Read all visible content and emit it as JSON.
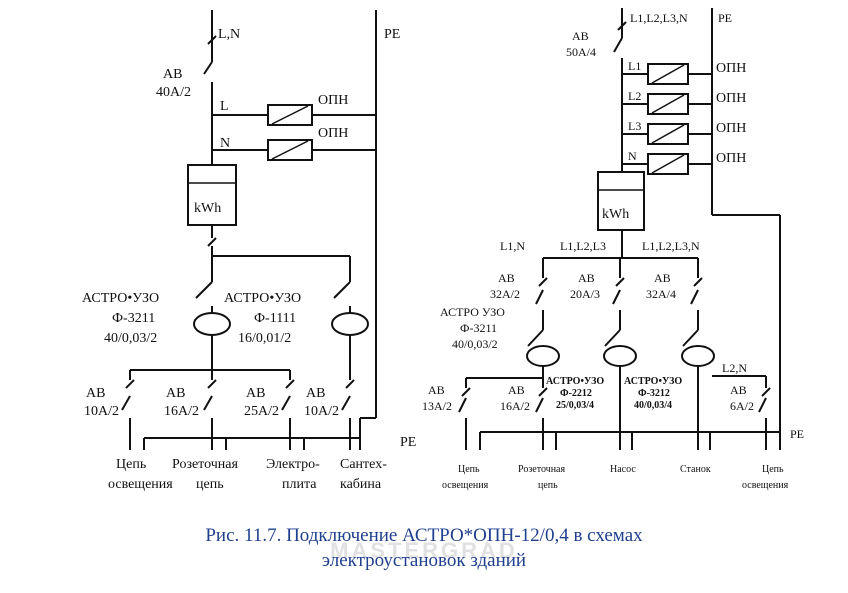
{
  "left": {
    "line_label": "L,N",
    "pe": "PE",
    "main_breaker": [
      "АВ",
      "40А/2"
    ],
    "phase": "L",
    "neutral": "N",
    "spd1": "ОПН",
    "spd2": "ОПН",
    "meter": "kWh",
    "rcd1": [
      "АСТРО•УЗО",
      "Ф-3211",
      "40/0,03/2"
    ],
    "rcd2": [
      "АСТРО•УЗО",
      "Ф-1111",
      "16/0,01/2"
    ],
    "br1": [
      "АВ",
      "10А/2"
    ],
    "br2": [
      "АВ",
      "16А/2"
    ],
    "br3": [
      "АВ",
      "25А/2"
    ],
    "br4": [
      "АВ",
      "10А/2"
    ],
    "pe_bottom": "PE",
    "load1": [
      "Цепь",
      "освещения"
    ],
    "load2": [
      "Розеточная",
      "цепь"
    ],
    "load3": [
      "Электро-",
      "плита"
    ],
    "load4": [
      "Сантех-",
      "кабина"
    ]
  },
  "right": {
    "line_label": "L1,L2,L3,N",
    "pe": "PE",
    "main_breaker": [
      "АВ",
      "50А/4"
    ],
    "ph1": "L1",
    "ph2": "L2",
    "ph3": "L3",
    "neutral": "N",
    "spd": [
      "ОПН",
      "ОПН",
      "ОПН",
      "ОПН"
    ],
    "meter": "kWh",
    "bus1": "L1,N",
    "bus2": "L1,L2,L3",
    "bus3": "L1,L2,L3,N",
    "br_a": [
      "АВ",
      "32А/2"
    ],
    "br_b": [
      "АВ",
      "20А/3"
    ],
    "br_c": [
      "АВ",
      "32А/4"
    ],
    "rcd1": [
      "АСТРО УЗО",
      "Ф-3211",
      "40/0,03/2"
    ],
    "rcd2": [
      "АСТРО•УЗО",
      "Ф-2212",
      "25/0,03/4"
    ],
    "rcd3": [
      "АСТРО•УЗО",
      "Ф-3212",
      "40/0,03/4"
    ],
    "bus4": "L2,N",
    "br_d": [
      "АВ",
      "13А/2"
    ],
    "br_e": [
      "АВ",
      "16А/2"
    ],
    "br_f": [
      "АВ",
      "6А/2"
    ],
    "pe_bottom": "PE",
    "load1": [
      "Цепь",
      "освещения"
    ],
    "load2": [
      "Розеточная",
      "цепь"
    ],
    "load3": "Насос",
    "load4": "Станок",
    "load5": [
      "Цепь",
      "освещения"
    ]
  },
  "caption": {
    "line1": "Рис. 11.7. Подключение АСТРО*ОПН-12/0,4 в схемах",
    "line2": "электроустановок зданий"
  },
  "watermark": "MASTERGRAD"
}
